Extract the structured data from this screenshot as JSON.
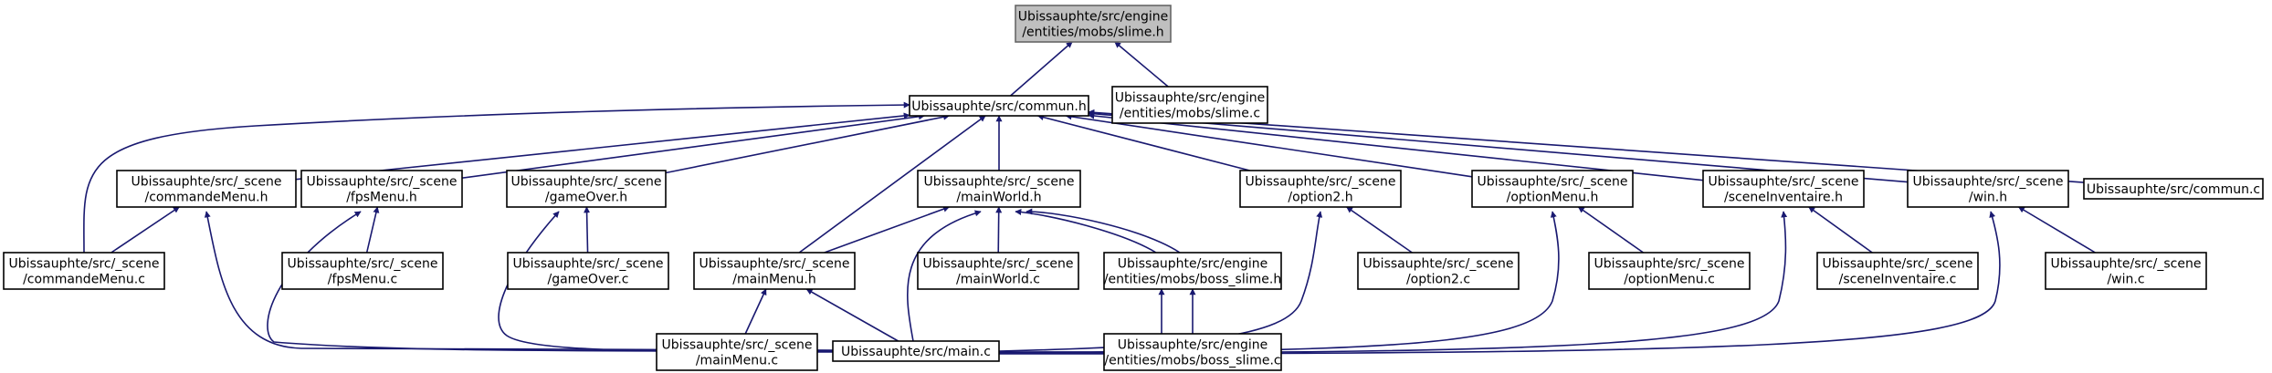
{
  "diagram": {
    "edge_color": "#191970",
    "root_fill": "#bfbfbf",
    "nodes": [
      {
        "id": "slime_h",
        "lines": [
          "Ubissauphte/src/engine",
          "/entities/mobs/slime.h"
        ],
        "root": true
      },
      {
        "id": "commun_h",
        "lines": [
          "Ubissauphte/src/commun.h"
        ]
      },
      {
        "id": "slime_c",
        "lines": [
          "Ubissauphte/src/engine",
          "/entities/mobs/slime.c"
        ]
      },
      {
        "id": "commandeMenu_h",
        "lines": [
          "Ubissauphte/src/_scene",
          "/commandeMenu.h"
        ]
      },
      {
        "id": "fpsMenu_h",
        "lines": [
          "Ubissauphte/src/_scene",
          "/fpsMenu.h"
        ]
      },
      {
        "id": "gameOver_h",
        "lines": [
          "Ubissauphte/src/_scene",
          "/gameOver.h"
        ]
      },
      {
        "id": "mainWorld_h",
        "lines": [
          "Ubissauphte/src/_scene",
          "/mainWorld.h"
        ]
      },
      {
        "id": "option2_h",
        "lines": [
          "Ubissauphte/src/_scene",
          "/option2.h"
        ]
      },
      {
        "id": "optionMenu_h",
        "lines": [
          "Ubissauphte/src/_scene",
          "/optionMenu.h"
        ]
      },
      {
        "id": "sceneInventaire_h",
        "lines": [
          "Ubissauphte/src/_scene",
          "/sceneInventaire.h"
        ]
      },
      {
        "id": "win_h",
        "lines": [
          "Ubissauphte/src/_scene",
          "/win.h"
        ]
      },
      {
        "id": "commun_c",
        "lines": [
          "Ubissauphte/src/commun.c"
        ]
      },
      {
        "id": "commandeMenu_c",
        "lines": [
          "Ubissauphte/src/_scene",
          "/commandeMenu.c"
        ]
      },
      {
        "id": "fpsMenu_c",
        "lines": [
          "Ubissauphte/src/_scene",
          "/fpsMenu.c"
        ]
      },
      {
        "id": "gameOver_c",
        "lines": [
          "Ubissauphte/src/_scene",
          "/gameOver.c"
        ]
      },
      {
        "id": "mainMenu_h",
        "lines": [
          "Ubissauphte/src/_scene",
          "/mainMenu.h"
        ]
      },
      {
        "id": "mainWorld_c",
        "lines": [
          "Ubissauphte/src/_scene",
          "/mainWorld.c"
        ]
      },
      {
        "id": "boss_slime_h",
        "lines": [
          "Ubissauphte/src/engine",
          "/entities/mobs/boss_slime.h"
        ]
      },
      {
        "id": "option2_c",
        "lines": [
          "Ubissauphte/src/_scene",
          "/option2.c"
        ]
      },
      {
        "id": "optionMenu_c",
        "lines": [
          "Ubissauphte/src/_scene",
          "/optionMenu.c"
        ]
      },
      {
        "id": "sceneInventaire_c",
        "lines": [
          "Ubissauphte/src/_scene",
          "/sceneInventaire.c"
        ]
      },
      {
        "id": "win_c",
        "lines": [
          "Ubissauphte/src/_scene",
          "/win.c"
        ]
      },
      {
        "id": "mainMenu_c",
        "lines": [
          "Ubissauphte/src/_scene",
          "/mainMenu.c"
        ]
      },
      {
        "id": "main_c",
        "lines": [
          "Ubissauphte/src/main.c"
        ]
      },
      {
        "id": "boss_slime_c",
        "lines": [
          "Ubissauphte/src/engine",
          "/entities/mobs/boss_slime.c"
        ]
      }
    ],
    "edges": [
      [
        "commun_h",
        "slime_h"
      ],
      [
        "slime_c",
        "slime_h"
      ],
      [
        "commandeMenu_c",
        "commun_h"
      ],
      [
        "commandeMenu_h",
        "commun_h"
      ],
      [
        "fpsMenu_h",
        "commun_h"
      ],
      [
        "gameOver_h",
        "commun_h"
      ],
      [
        "mainMenu_h",
        "commun_h"
      ],
      [
        "mainWorld_h",
        "commun_h"
      ],
      [
        "option2_h",
        "commun_h"
      ],
      [
        "optionMenu_h",
        "commun_h"
      ],
      [
        "sceneInventaire_h",
        "commun_h"
      ],
      [
        "win_h",
        "commun_h"
      ],
      [
        "commun_c",
        "commun_h"
      ],
      [
        "commandeMenu_c",
        "commandeMenu_h"
      ],
      [
        "main_c",
        "commandeMenu_h"
      ],
      [
        "main_c",
        "fpsMenu_h"
      ],
      [
        "fpsMenu_c",
        "fpsMenu_h"
      ],
      [
        "main_c",
        "gameOver_h"
      ],
      [
        "gameOver_c",
        "gameOver_h"
      ],
      [
        "mainMenu_h",
        "mainWorld_h"
      ],
      [
        "main_c",
        "mainWorld_h"
      ],
      [
        "mainWorld_c",
        "mainWorld_h"
      ],
      [
        "boss_slime_h",
        "mainWorld_h"
      ],
      [
        "boss_slime_c",
        "mainWorld_h"
      ],
      [
        "main_c",
        "option2_h"
      ],
      [
        "option2_c",
        "option2_h"
      ],
      [
        "main_c",
        "optionMenu_h"
      ],
      [
        "optionMenu_c",
        "optionMenu_h"
      ],
      [
        "main_c",
        "sceneInventaire_h"
      ],
      [
        "sceneInventaire_c",
        "sceneInventaire_h"
      ],
      [
        "main_c",
        "win_h"
      ],
      [
        "win_c",
        "win_h"
      ],
      [
        "mainMenu_c",
        "mainMenu_h"
      ],
      [
        "main_c",
        "mainMenu_h"
      ],
      [
        "boss_slime_c",
        "boss_slime_h"
      ]
    ]
  }
}
